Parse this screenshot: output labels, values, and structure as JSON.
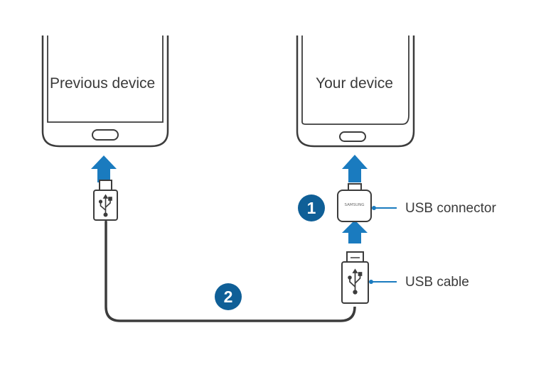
{
  "devices": {
    "previous": {
      "label": "Previous device"
    },
    "yours": {
      "label": "Your device"
    }
  },
  "callouts": {
    "connector": {
      "label": "USB connector"
    },
    "cable": {
      "label": "USB cable"
    }
  },
  "steps": [
    {
      "number": "1"
    },
    {
      "number": "2"
    }
  ],
  "connector_brand": "SAMSUNG",
  "colors": {
    "accent": "#1a7bbf",
    "outline": "#3c3c3c",
    "screen_fill": "#ffffff",
    "badge": "#0f5f97",
    "text": "#3a3a3a"
  },
  "icons": {
    "usb_symbol": "usb-trident-icon",
    "arrow": "arrow-up-icon"
  }
}
